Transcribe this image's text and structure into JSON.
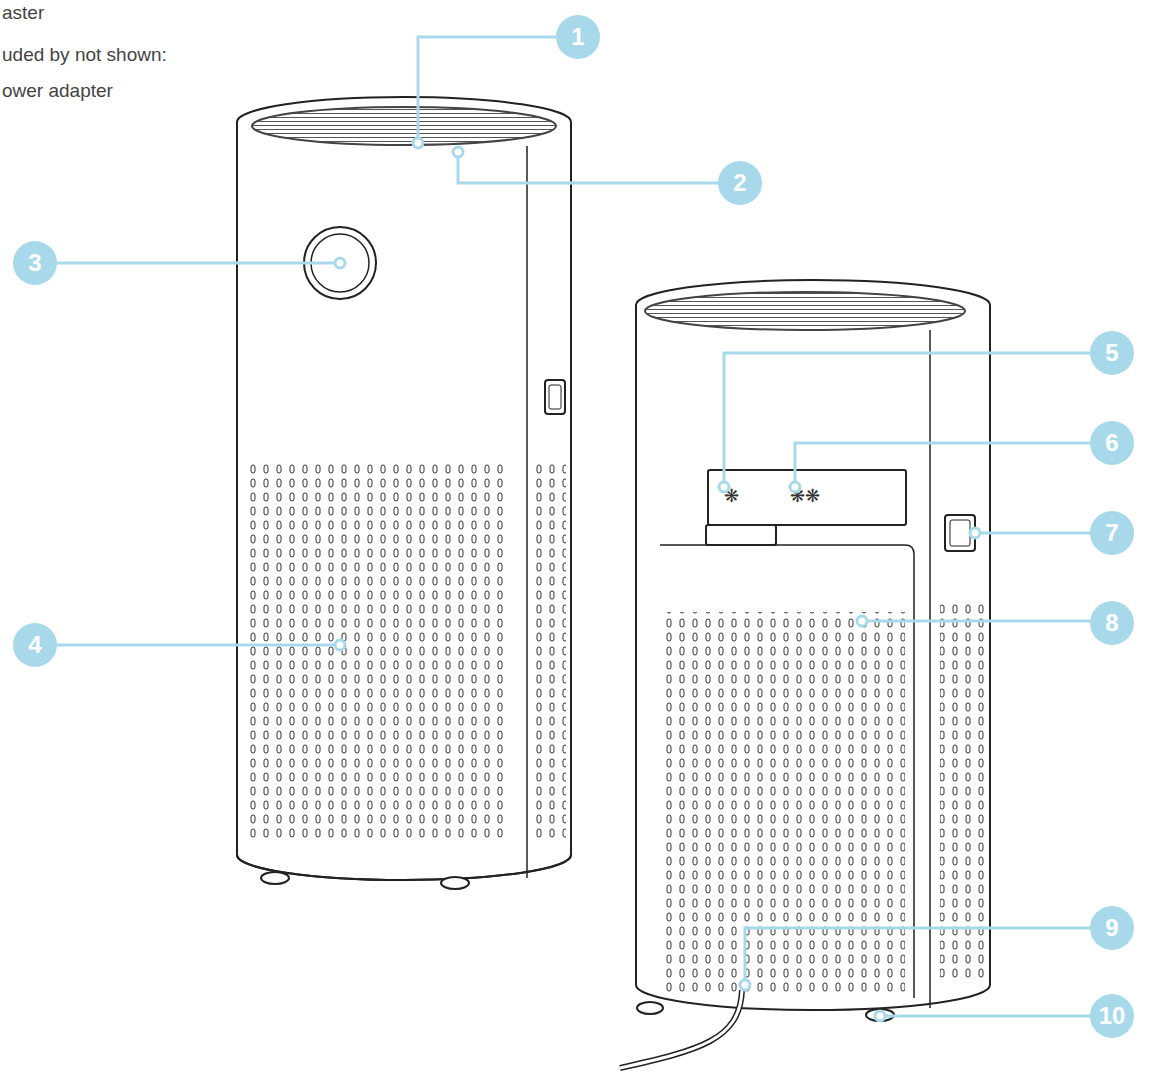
{
  "diagram": {
    "nodes": [
      {
        "text": [
          "1"
        ]
      },
      {
        "text": [
          "2"
        ]
      },
      {
        "text": [
          "3"
        ]
      },
      {
        "text": [
          "4"
        ]
      },
      {
        "text": [
          "5"
        ]
      },
      {
        "text": [
          "6"
        ]
      },
      {
        "text": [
          "7"
        ]
      },
      {
        "text": [
          "8"
        ]
      },
      {
        "text": [
          "9"
        ]
      },
      {
        "text": [
          "10"
        ]
      }
    ],
    "labels": [
      "aster",
      "uded by not shown:",
      "ower adapter"
    ]
  }
}
